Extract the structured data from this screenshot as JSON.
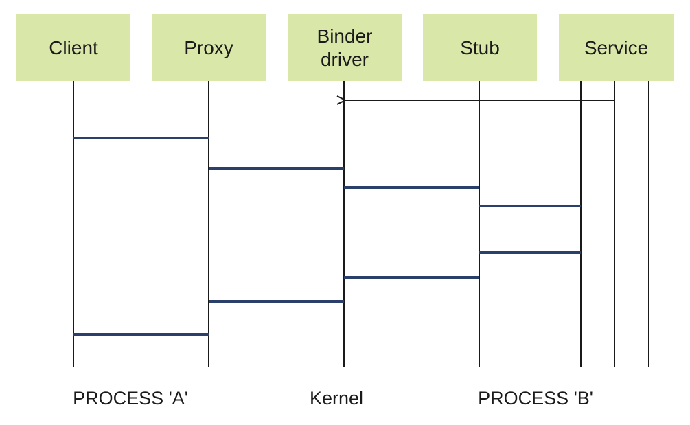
{
  "participants": [
    {
      "id": "client",
      "label": "Client"
    },
    {
      "id": "proxy",
      "label": "Proxy"
    },
    {
      "id": "binder_driver",
      "label": "Binder\ndriver"
    },
    {
      "id": "stub",
      "label": "Stub"
    },
    {
      "id": "service",
      "label": "Service"
    }
  ],
  "regions": {
    "process_a": "PROCESS 'A'",
    "kernel": "Kernel",
    "process_b": "PROCESS 'B'"
  },
  "colors": {
    "box_fill": "#d9e7a8",
    "lifeline": "#1a1a1a",
    "message": "#2b3f6b",
    "arrow": "#1a1a1a"
  },
  "messages": [
    {
      "from": "service",
      "to": "binder_driver",
      "style": "arrow"
    },
    {
      "from": "client",
      "to": "proxy",
      "style": "bar"
    },
    {
      "from": "proxy",
      "to": "binder_driver",
      "style": "bar"
    },
    {
      "from": "binder_driver",
      "to": "stub",
      "style": "bar"
    },
    {
      "from": "stub",
      "to": "service",
      "style": "bar"
    },
    {
      "from": "stub",
      "to": "service",
      "style": "bar"
    },
    {
      "from": "binder_driver",
      "to": "stub",
      "style": "bar"
    },
    {
      "from": "proxy",
      "to": "binder_driver",
      "style": "bar"
    },
    {
      "from": "client",
      "to": "proxy",
      "style": "bar"
    }
  ]
}
